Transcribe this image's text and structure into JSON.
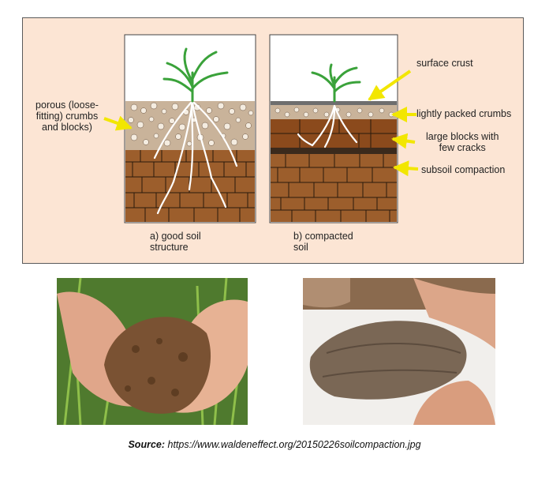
{
  "diagram": {
    "labels": {
      "porous": "porous (loose-\nfitting) crumbs\nand blocks)",
      "caption_a": "a) good soil\nstructure",
      "caption_b": "b) compacted\nsoil",
      "surface_crust": "surface crust",
      "lightly_packed": "lightly packed crumbs",
      "large_blocks": "large blocks with\nfew cracks",
      "subsoil": "subsoil compaction"
    },
    "colors": {
      "panel_bg": "#fce5d4",
      "topsoil": "#8b5a2b",
      "subsoil": "#9c5e2c",
      "arrow": "#f2e600",
      "plant": "#3aa23a"
    }
  },
  "photos": {
    "left": "hands-holding-crumbly-soil",
    "right": "hands-holding-compacted-soil-clod"
  },
  "source": {
    "prefix": "Source:",
    "url": "https://www.waldeneffect.org/20150226soilcompaction.jpg"
  }
}
